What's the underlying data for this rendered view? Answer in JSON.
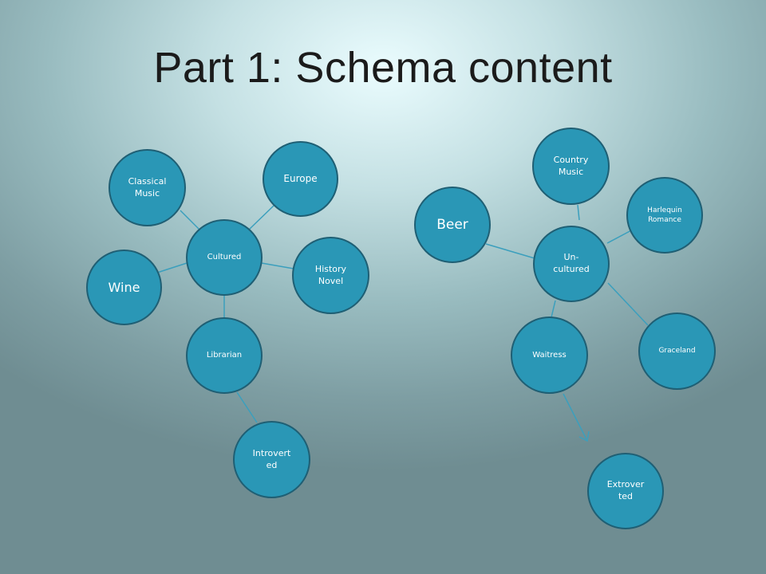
{
  "slide": {
    "title": "Part 1:  Schema content"
  },
  "diagram": {
    "cultured": {
      "center": "Cultured",
      "classical_music": "Classical\nMusic",
      "europe": "Europe",
      "wine": "Wine",
      "history_novel": "History\nNovel",
      "librarian": "Librarian",
      "introverted": "Introvert\ned"
    },
    "uncultured": {
      "center": "Un-\ncultured",
      "country_music": "Country\nMusic",
      "harlequin_romance": "Harlequin\nRomance",
      "beer": "Beer",
      "waitress": "Waitress",
      "graceland": "Graceland",
      "extroverted": "Extrover\nted"
    }
  },
  "colors": {
    "node_fill": "#2a97b6",
    "node_border": "#1f5f74",
    "link": "#3b9fbd"
  }
}
